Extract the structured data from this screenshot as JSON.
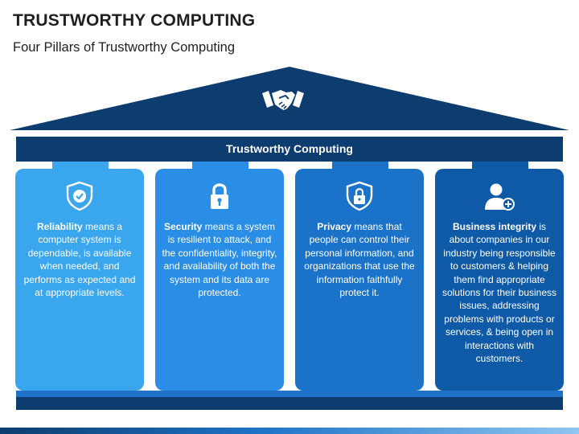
{
  "header": {
    "title": "TRUSTWORTHY COMPUTING",
    "subtitle": "Four Pillars of Trustworthy Computing"
  },
  "roof": {
    "banner": "Trustworthy Computing",
    "icon": "handshake-icon"
  },
  "pillars": [
    {
      "icon": "shield-check-icon",
      "title": "Reliability",
      "text": " means a computer system is dependable, is available when needed, and performs as expected and at appropriate levels.",
      "color": "#3aa6ee"
    },
    {
      "icon": "padlock-icon",
      "title": "Security",
      "text": " means a system is resilient to attack, and the confidentiality, integrity, and availability of both the system and its data are protected.",
      "color": "#2a8ee6"
    },
    {
      "icon": "shield-lock-icon",
      "title": "Privacy",
      "text": " means that people can control their personal information, and organizations that use the information faithfully protect it.",
      "color": "#1a73c8"
    },
    {
      "icon": "user-plus-icon",
      "title": "Business integrity",
      "text": " is about companies in our industry being responsible to customers & helping them find appropriate solutions for their business issues, addressing problems with products or services, & being open in interactions with customers.",
      "color": "#0f5aa6"
    }
  ],
  "colors": {
    "navy": "#0d3d6e",
    "accent": "#1e73c8"
  }
}
